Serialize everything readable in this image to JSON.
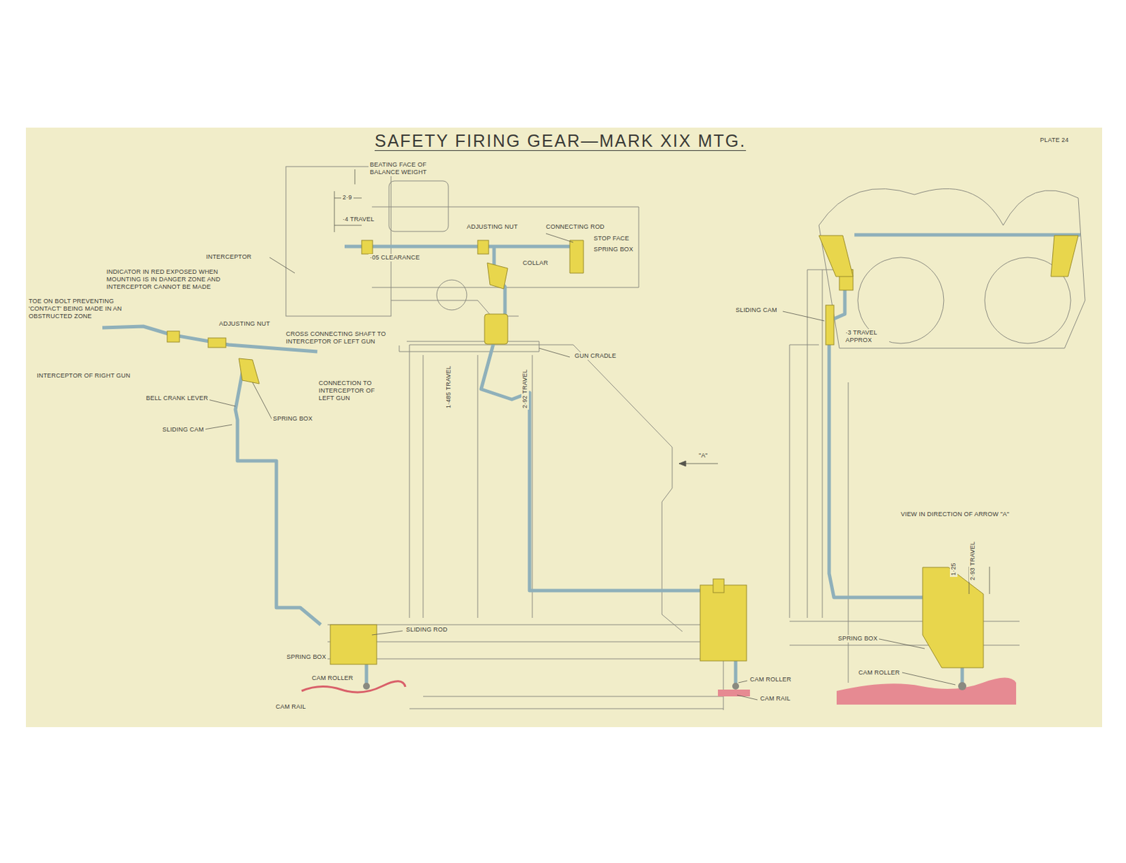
{
  "diagram": {
    "title": "SAFETY FIRING GEAR—MARK XIX MTG.",
    "labels": [
      "PLATE 24",
      "BEATING FACE OF BALANCE WEIGHT",
      "2·9",
      "·4 TRAVEL",
      "ADJUSTING NUT",
      "CONNECTING ROD",
      "STOP FACE",
      "SPRING BOX",
      "INTERCEPTOR",
      "·05 CLEARANCE",
      "COLLAR",
      "INDICATOR IN RED EXPOSED WHEN MOUNTING IS IN DANGER ZONE AND INTERCEPTOR CANNOT BE MADE",
      "TOE ON BOLT PREVENTING 'CONTACT' BEING MADE IN AN OBSTRUCTED ZONE",
      "ADJUSTING NUT",
      "CROSS CONNECTING SHAFT TO INTERCEPTOR OF LEFT GUN",
      "INTERCEPTOR OF RIGHT GUN",
      "CONNECTION TO INTERCEPTOR OF LEFT GUN",
      "BELL CRANK LEVER",
      "SLIDING CAM",
      "SPRING BOX",
      "GUN CRADLE",
      "1·485 TRAVEL",
      "2·92 TRAVEL",
      "\"A\"",
      "SLIDING ROD",
      "SPRING BOX",
      "CAM ROLLER",
      "CAM RAIL",
      "CAM ROLLER",
      "CAM RAIL",
      "SLIDING CAM",
      "·3 TRAVEL APPROX",
      "VIEW IN DIRECTION OF ARROW \"A\"",
      "SPRING BOX",
      "CAM ROLLER",
      "1·25",
      "2·93 TRAVEL"
    ]
  }
}
